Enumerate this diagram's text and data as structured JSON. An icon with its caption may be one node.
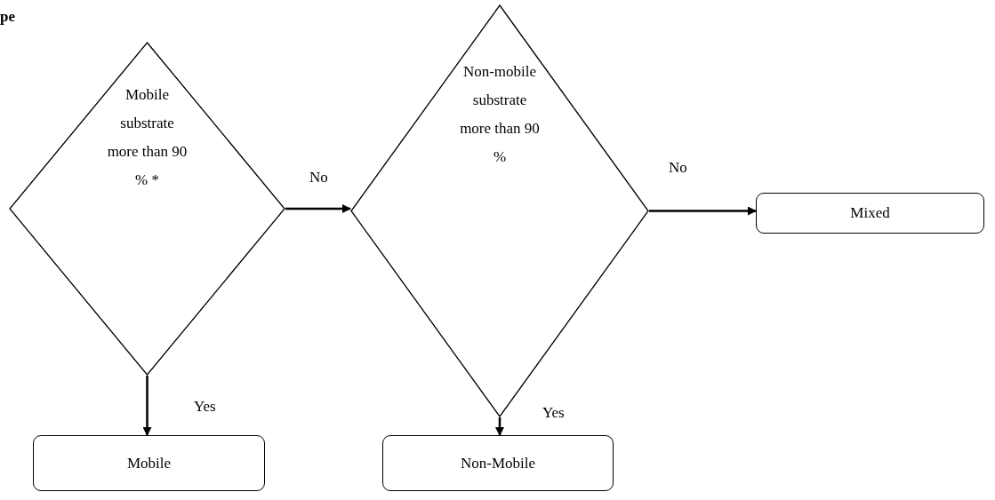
{
  "diagram": {
    "title": "pe",
    "nodes": [
      {
        "text": [
          "Mobile substrate more than 90 % *"
        ]
      },
      {
        "text": [
          "Non-mobile substrate more than 90 %"
        ]
      },
      {
        "text": [
          "Mixed"
        ]
      },
      {
        "text": [
          "Mobile"
        ]
      },
      {
        "text": [
          "Non-Mobile"
        ]
      }
    ],
    "edges": [
      {
        "from": 0,
        "to": 1,
        "arrow": "to",
        "label": "No"
      },
      {
        "from": 1,
        "to": 2,
        "arrow": "to",
        "label": "No"
      },
      {
        "from": 0,
        "to": 3,
        "arrow": "to",
        "label": "Yes"
      },
      {
        "from": 1,
        "to": 4,
        "arrow": "to",
        "label": "Yes"
      }
    ]
  }
}
